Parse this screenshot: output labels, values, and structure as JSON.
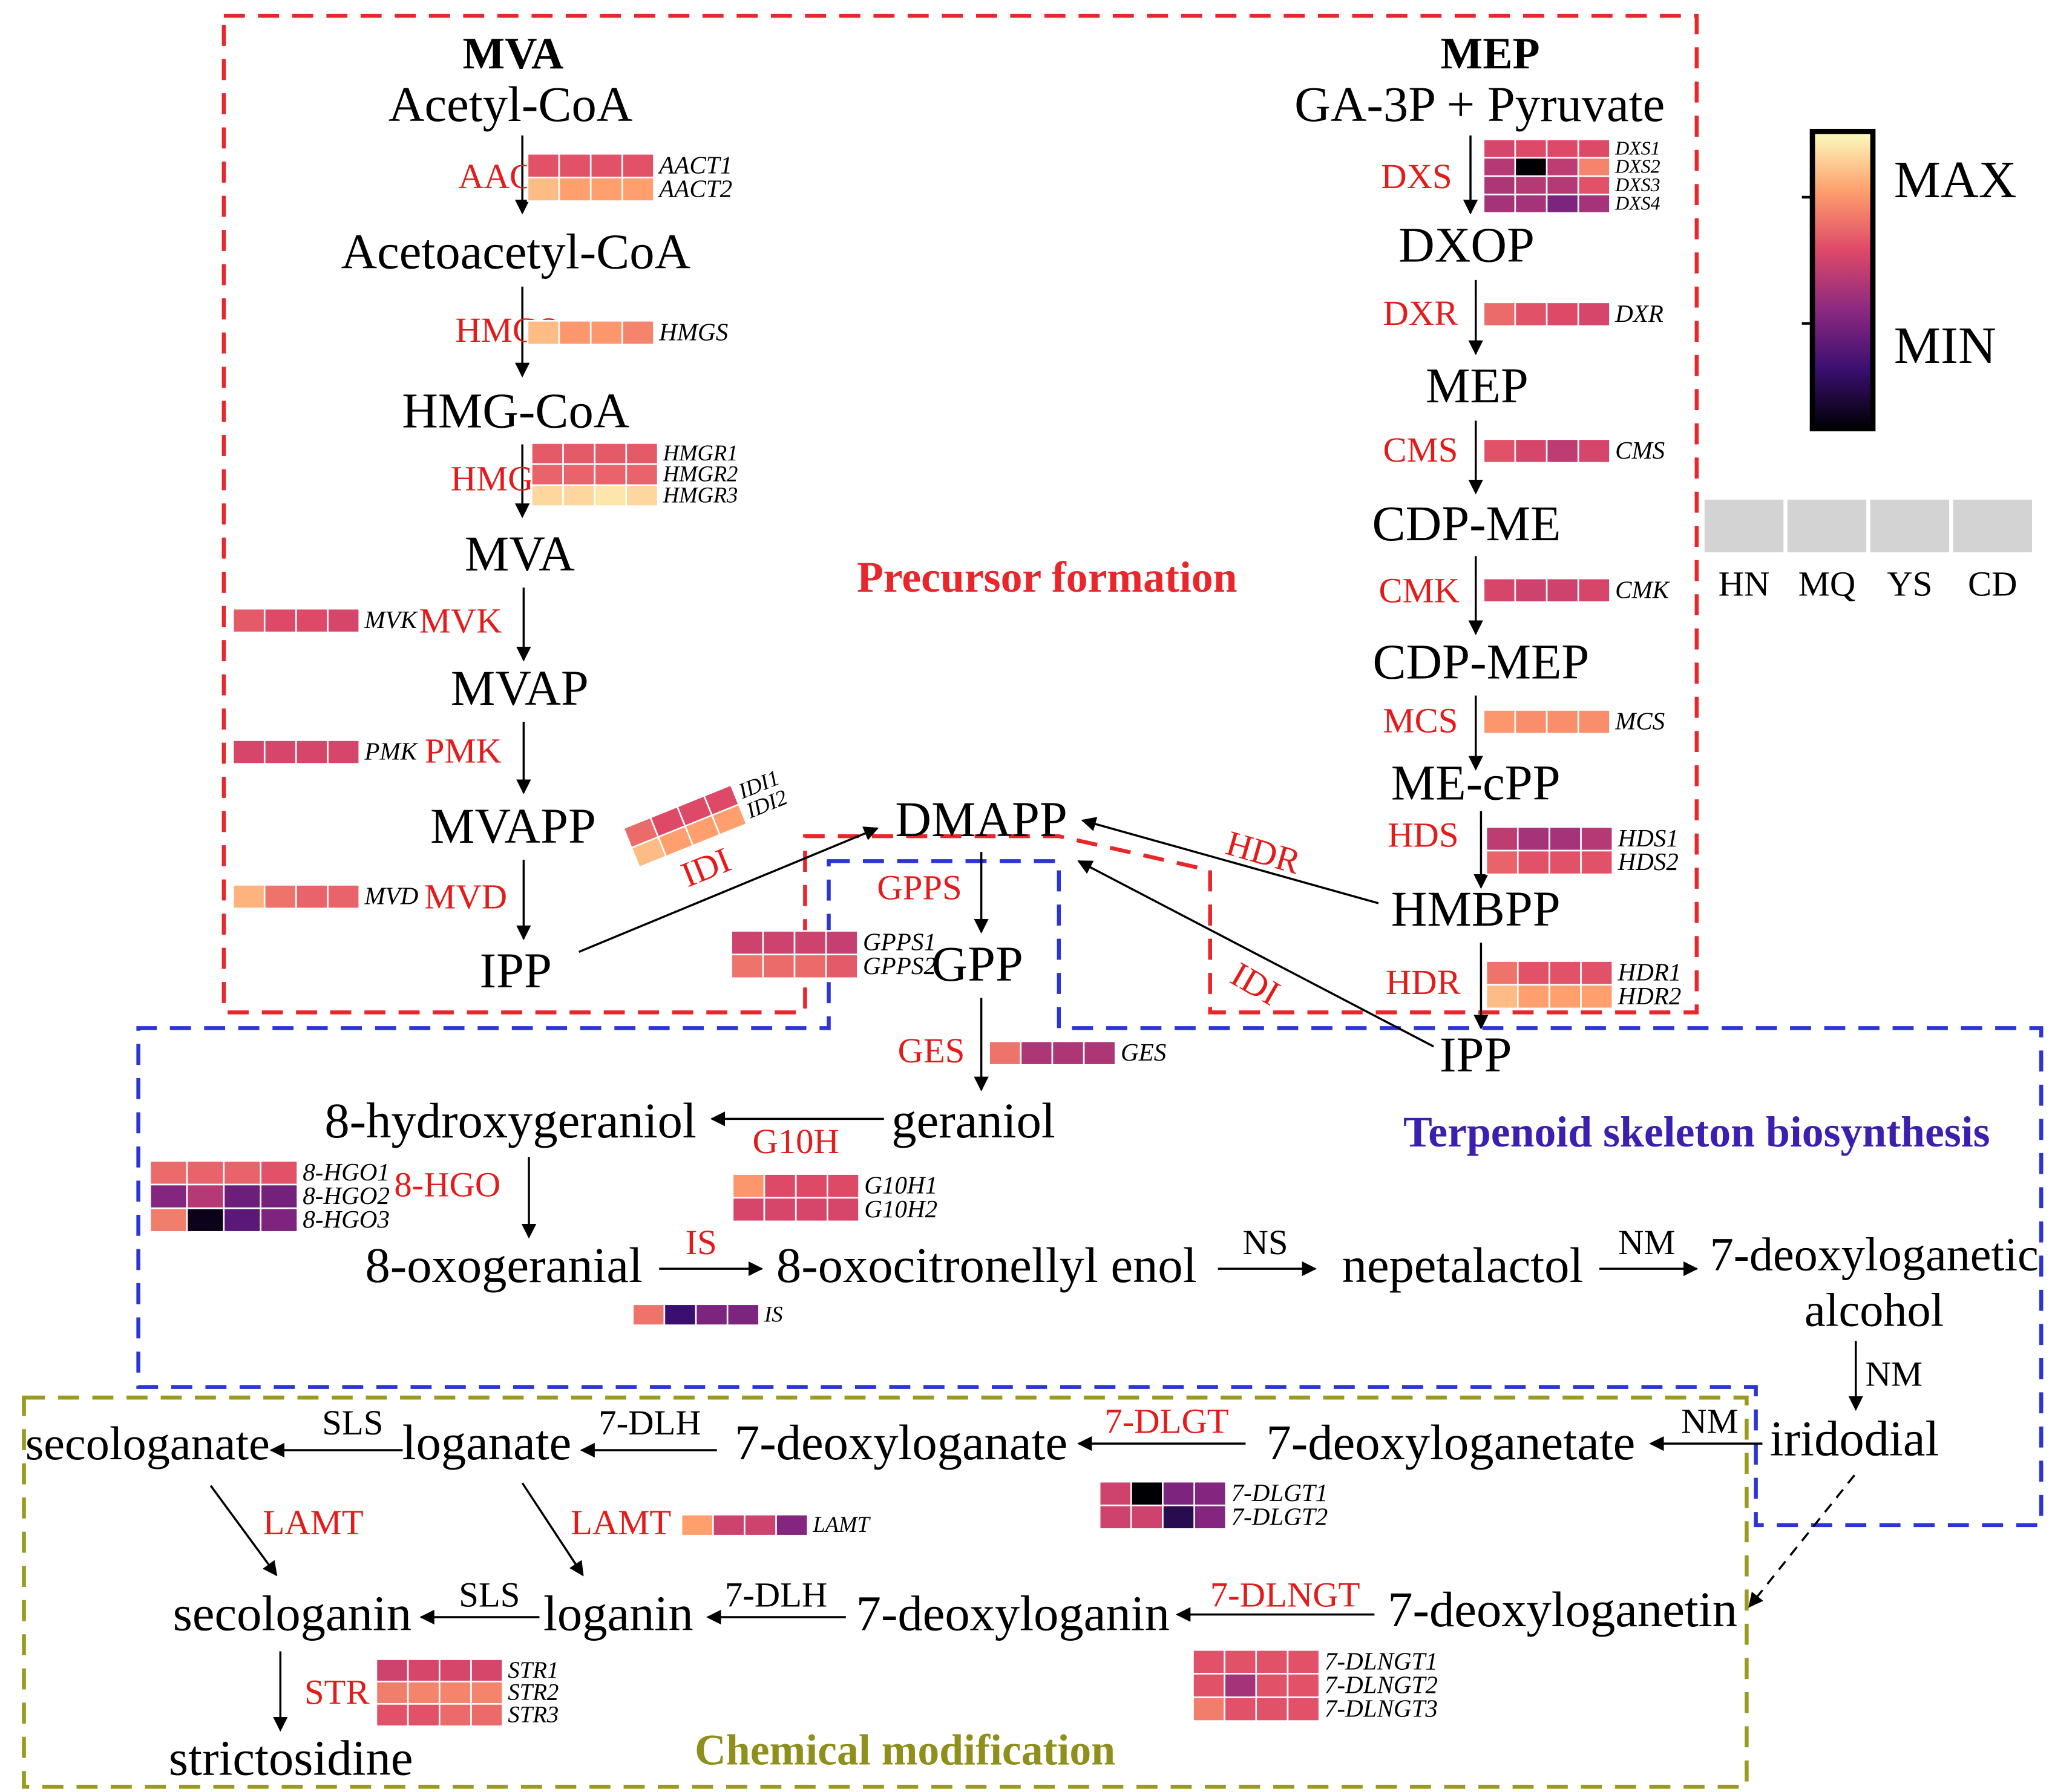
{
  "sections": {
    "mva": "MVA",
    "mep": "MEP",
    "precursor": "Precursor formation",
    "terpenoid": "Terpenoid skeleton biosynthesis",
    "chemical": "Chemical modification"
  },
  "legend": {
    "max": "MAX",
    "min": "MIN",
    "samples": [
      "HN",
      "MQ",
      "YS",
      "CD"
    ]
  },
  "colors": {
    "precursor_box": "#e8262b",
    "terpenoid_box": "#2b35d6",
    "chemical_box": "#9a9a1e",
    "enzyme_text": "#e41b1b",
    "terpenoid_title": "#3b1fb0",
    "chemical_title": "#8f8f1c",
    "legend_sample": "#d3d3d3",
    "grid_line": "#ffffff"
  },
  "colormap": {
    "name": "inferno-like",
    "stops": [
      "#000004",
      "#3b0f70",
      "#8c2981",
      "#de4968",
      "#fe9f6d",
      "#fcfdbf"
    ]
  },
  "metabolites": {
    "acetyl_coa": "Acetyl-CoA",
    "acetoacetyl_coa": "Acetoacetyl-CoA",
    "hmg_coa": "HMG-CoA",
    "mva": "MVA",
    "mvap": "MVAP",
    "mvapp": "MVAPP",
    "ipp_left": "IPP",
    "ga3p": "GA-3P + Pyruvate",
    "dxop": "DXOP",
    "mep": "MEP",
    "cdp_me": "CDP-ME",
    "cdp_mep": "CDP-MEP",
    "me_cpp": "ME-cPP",
    "hmbpp": "HMBPP",
    "ipp_right": "IPP",
    "dmapp": "DMAPP",
    "gpp": "GPP",
    "geraniol": "geraniol",
    "hydroxygeraniol": "8-hydroxygeraniol",
    "oxogeranial": "8-oxogeranial",
    "oxocitronellyl": "8-oxocitronellyl enol",
    "nepetalactol": "nepetalactol",
    "deoxyloganetic_alcohol": "7-deoxyloganetic\nalcohol",
    "iridodial": "iridodial",
    "deoxyloganetate": "7-deoxyloganetate",
    "deoxyloganate": "7-deoxyloganate",
    "loganate": "loganate",
    "secologanate": "secologanate",
    "secologanin": "secologanin",
    "loganin": "loganin",
    "deoxyloganin": "7-deoxyloganin",
    "deoxyloganetin": "7-deoxyloganetin",
    "strictosidine": "strictosidine"
  },
  "enzymes": {
    "aact": "AACT",
    "hmgs": "HMGS",
    "hmgr": "HMGR",
    "mvk": "MVK",
    "pmk": "PMK",
    "mvd": "MVD",
    "idi_left": "IDI",
    "dxs": "DXS",
    "dxr": "DXR",
    "cms": "CMS",
    "cmk": "CMK",
    "mcs": "MCS",
    "hds": "HDS",
    "hdr_low": "HDR",
    "hdr_up": "HDR",
    "idi_right": "IDI",
    "gpps": "GPPS",
    "ges": "GES",
    "g10h": "G10H",
    "hgo": "8-HGO",
    "is": "IS",
    "dlgt": "7-DLGT",
    "dlngt": "7-DLNGT",
    "lamt_left": "LAMT",
    "lamt_right": "LAMT",
    "str": "STR",
    "ns": "NS",
    "nm1": "NM",
    "nm2": "NM",
    "nm3": "NM",
    "sls1": "SLS",
    "sls2": "SLS",
    "dlh1": "7-DLH",
    "dlh2": "7-DLH"
  },
  "heatmaps": {
    "aact": {
      "genes": [
        "AACT1",
        "AACT2"
      ],
      "values": [
        [
          0.62,
          0.62,
          0.62,
          0.62
        ],
        [
          0.86,
          0.8,
          0.8,
          0.8
        ]
      ]
    },
    "hmgs": {
      "genes": [
        "HMGS"
      ],
      "values": [
        [
          0.86,
          0.78,
          0.78,
          0.74
        ]
      ]
    },
    "hmgr": {
      "genes": [
        "HMGR1",
        "HMGR2",
        "HMGR3"
      ],
      "values": [
        [
          0.64,
          0.64,
          0.64,
          0.64
        ],
        [
          0.66,
          0.66,
          0.66,
          0.66
        ],
        [
          0.92,
          0.92,
          0.95,
          0.92
        ]
      ]
    },
    "mvk": {
      "genes": [
        "MVK"
      ],
      "values": [
        [
          0.64,
          0.6,
          0.6,
          0.58
        ]
      ]
    },
    "pmk": {
      "genes": [
        "PMK"
      ],
      "values": [
        [
          0.58,
          0.58,
          0.58,
          0.58
        ]
      ]
    },
    "mvd": {
      "genes": [
        "MVD"
      ],
      "values": [
        [
          0.84,
          0.7,
          0.66,
          0.66
        ]
      ]
    },
    "idi_left": {
      "genes": [
        "IDI1",
        "IDI2"
      ],
      "values": [
        [
          0.68,
          0.6,
          0.6,
          0.6
        ],
        [
          0.86,
          0.8,
          0.8,
          0.8
        ]
      ]
    },
    "dxs": {
      "genes": [
        "DXS1",
        "DXS2",
        "DXS3",
        "DXS4"
      ],
      "values": [
        [
          0.58,
          0.6,
          0.6,
          0.6
        ],
        [
          0.5,
          0.0,
          0.52,
          0.74
        ],
        [
          0.48,
          0.5,
          0.5,
          0.62
        ],
        [
          0.46,
          0.46,
          0.36,
          0.46
        ]
      ]
    },
    "dxr": {
      "genes": [
        "DXR"
      ],
      "values": [
        [
          0.68,
          0.62,
          0.6,
          0.58
        ]
      ]
    },
    "cms": {
      "genes": [
        "CMS"
      ],
      "values": [
        [
          0.62,
          0.58,
          0.52,
          0.58
        ]
      ]
    },
    "cmk": {
      "genes": [
        "CMK"
      ],
      "values": [
        [
          0.58,
          0.56,
          0.56,
          0.58
        ]
      ]
    },
    "mcs": {
      "genes": [
        "MCS"
      ],
      "values": [
        [
          0.78,
          0.76,
          0.76,
          0.76
        ]
      ]
    },
    "hds": {
      "genes": [
        "HDS1",
        "HDS2"
      ],
      "values": [
        [
          0.52,
          0.46,
          0.46,
          0.5
        ],
        [
          0.66,
          0.62,
          0.62,
          0.62
        ]
      ]
    },
    "hdr": {
      "genes": [
        "HDR1",
        "HDR2"
      ],
      "values": [
        [
          0.7,
          0.62,
          0.62,
          0.62
        ],
        [
          0.86,
          0.8,
          0.8,
          0.8
        ]
      ]
    },
    "gpps": {
      "genes": [
        "GPPS1",
        "GPPS2"
      ],
      "values": [
        [
          0.56,
          0.56,
          0.56,
          0.54
        ],
        [
          0.7,
          0.68,
          0.68,
          0.64
        ]
      ]
    },
    "ges": {
      "genes": [
        "GES"
      ],
      "values": [
        [
          0.7,
          0.48,
          0.48,
          0.48
        ]
      ]
    },
    "g10h": {
      "genes": [
        "G10H1",
        "G10H2"
      ],
      "values": [
        [
          0.78,
          0.6,
          0.6,
          0.6
        ],
        [
          0.58,
          0.58,
          0.58,
          0.58
        ]
      ]
    },
    "hgo": {
      "genes": [
        "8-HGO1",
        "8-HGO2",
        "8-HGO3"
      ],
      "values": [
        [
          0.68,
          0.66,
          0.66,
          0.62
        ],
        [
          0.38,
          0.5,
          0.32,
          0.34
        ],
        [
          0.72,
          0.04,
          0.28,
          0.36
        ]
      ]
    },
    "is": {
      "genes": [
        "IS"
      ],
      "values": [
        [
          0.7,
          0.2,
          0.36,
          0.36
        ]
      ]
    },
    "dlgt": {
      "genes": [
        "7-DLGT1",
        "7-DLGT2"
      ],
      "values": [
        [
          0.56,
          0.0,
          0.36,
          0.38
        ],
        [
          0.56,
          0.56,
          0.14,
          0.38
        ]
      ]
    },
    "lamt": {
      "genes": [
        "LAMT"
      ],
      "values": [
        [
          0.8,
          0.56,
          0.56,
          0.38
        ]
      ]
    },
    "dlngt": {
      "genes": [
        "7-DLNGT1",
        "7-DLNGT2",
        "7-DLNGT3"
      ],
      "values": [
        [
          0.62,
          0.62,
          0.62,
          0.62
        ],
        [
          0.62,
          0.46,
          0.62,
          0.62
        ],
        [
          0.72,
          0.62,
          0.62,
          0.62
        ]
      ]
    },
    "str": {
      "genes": [
        "STR1",
        "STR2",
        "STR3"
      ],
      "values": [
        [
          0.56,
          0.58,
          0.58,
          0.58
        ],
        [
          0.72,
          0.74,
          0.74,
          0.74
        ],
        [
          0.62,
          0.62,
          0.68,
          0.68
        ]
      ]
    }
  }
}
